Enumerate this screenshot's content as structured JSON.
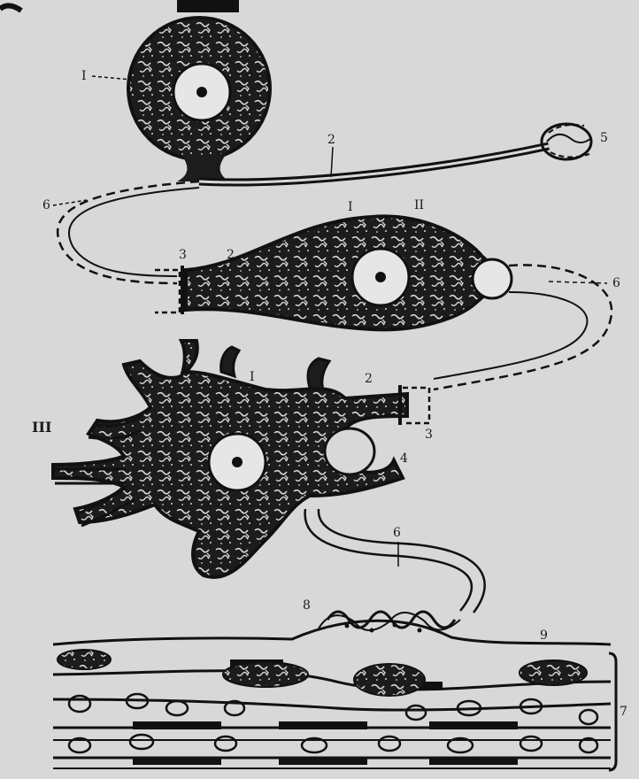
{
  "figure": {
    "labels": {
      "neuron_1_body": "I",
      "neuron_1_axon": "2",
      "receptor_ending": "5",
      "sheath_left": "6",
      "neuron_2_top": "I",
      "neuron_2_type": "II",
      "neuron_2_dendrite": "2",
      "synapse_left": "3",
      "sheath_right": "6",
      "neuron_3_body": "I",
      "neuron_3_dendrite": "2",
      "synapse_right": "3",
      "neuron_3_type": "III",
      "neuron_3_process": "4",
      "motor_axon": "6",
      "motor_ending": "8",
      "motor_ending_right": "9",
      "muscle_label": "7"
    }
  }
}
